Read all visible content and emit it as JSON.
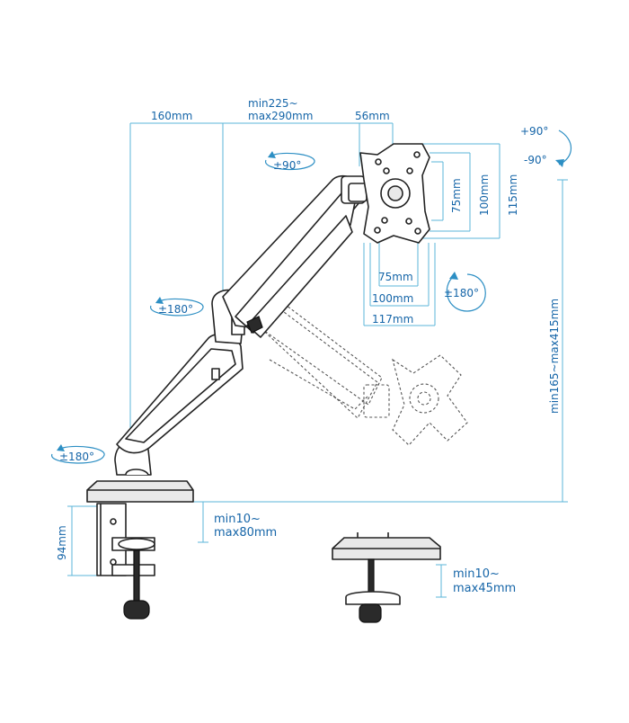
{
  "colors": {
    "dimension": "#5bb6d8",
    "label": "#1565a8",
    "outline": "#222222"
  },
  "labels": {
    "arm_lower_length": "160mm",
    "arm_upper_length_min": "min225~",
    "arm_upper_length_max": "max290mm",
    "head_offset": "56mm",
    "tilt_up": "+90°",
    "tilt_down": "-90°",
    "swivel_head": "±90°",
    "vesa_75_vertical": "75mm",
    "vesa_100_vertical": "100mm",
    "plate_height": "115mm",
    "vesa_75_horizontal": "75mm",
    "vesa_100_horizontal": "100mm",
    "plate_width": "117mm",
    "rotation_screen": "±180°",
    "rotation_elbow": "±180°",
    "rotation_base": "±180°",
    "height_range": "min165~max415mm",
    "clamp_height": "94mm",
    "clamp_range_min": "min10~",
    "clamp_range_max": "max80mm",
    "grommet_range_min": "min10~",
    "grommet_range_max": "max45mm"
  }
}
